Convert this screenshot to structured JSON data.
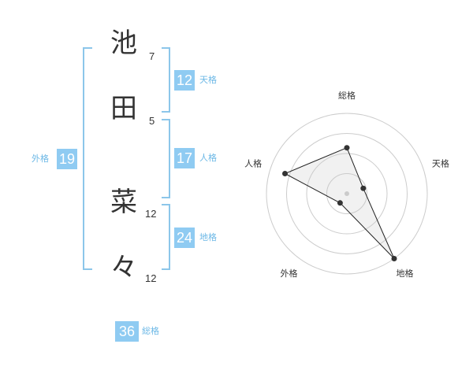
{
  "name": {
    "chars": [
      {
        "char": "池",
        "strokes": "7"
      },
      {
        "char": "田",
        "strokes": "5"
      },
      {
        "char": "菜",
        "strokes": "12"
      },
      {
        "char": "々",
        "strokes": "12"
      }
    ]
  },
  "fortunes": {
    "tenkaku": {
      "label": "天格",
      "value": "12"
    },
    "jinkaku": {
      "label": "人格",
      "value": "17"
    },
    "chikaku": {
      "label": "地格",
      "value": "24"
    },
    "gaikaku": {
      "label": "外格",
      "value": "19"
    },
    "soukaku": {
      "label": "総格",
      "value": "36"
    }
  },
  "colors": {
    "accent": "#8fcbf2",
    "label": "#6cb8e6",
    "bracket": "#8cc6ea",
    "text": "#333333"
  },
  "chart_data": {
    "type": "radar",
    "axes": [
      "総格",
      "天格",
      "地格",
      "外格",
      "人格"
    ],
    "values": [
      2.4,
      0.9,
      4.2,
      0.6,
      3.4
    ],
    "range": [
      0,
      4.2
    ],
    "rings": 4,
    "grid": true
  }
}
